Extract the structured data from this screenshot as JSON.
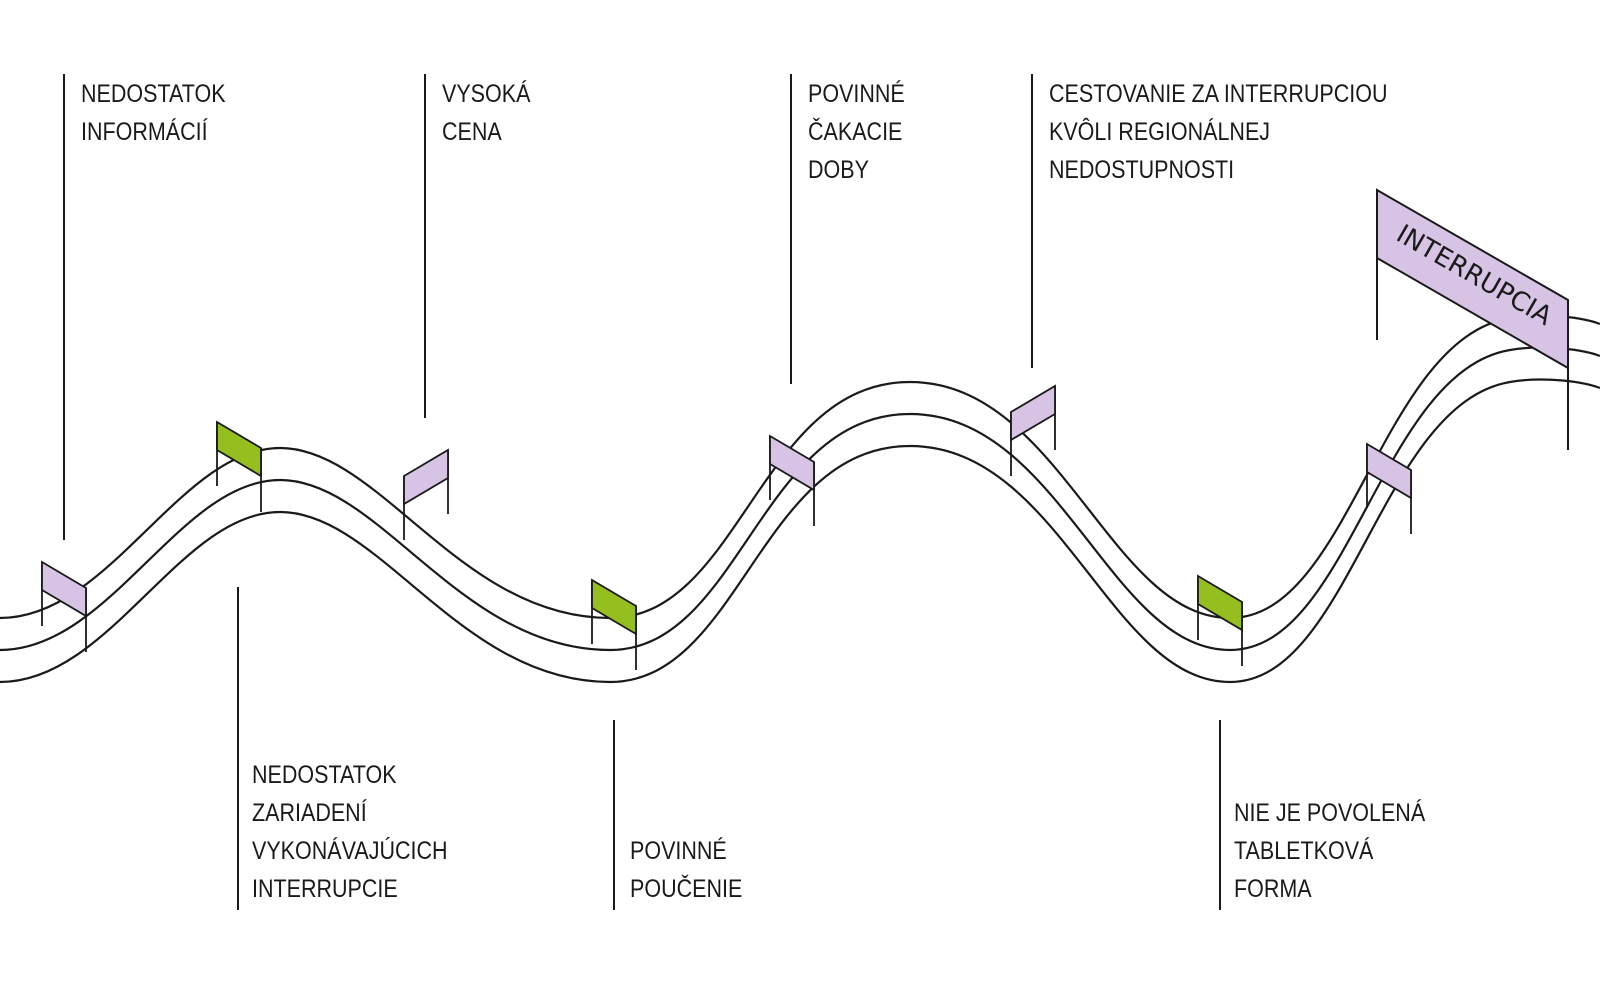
{
  "colors": {
    "line": "#1a1a1a",
    "flag_purple": "#d7c3e3",
    "flag_green": "#94bf1f",
    "banner_fill": "#d7c3e3",
    "text": "#1a1a1a"
  },
  "barriers_top": [
    {
      "lines": [
        "NEDOSTATOK",
        "INFORMÁCIÍ"
      ]
    },
    {
      "lines": [
        "VYSOKÁ",
        "CENA"
      ]
    },
    {
      "lines": [
        "POVINNÉ",
        "ČAKACIE",
        "DOBY"
      ]
    },
    {
      "lines": [
        "CESTOVANIE ZA INTERRUPCIOU",
        "KVÔLI REGIONÁLNEJ",
        "NEDOSTUPNOSTI"
      ]
    }
  ],
  "barriers_bottom": [
    {
      "lines": [
        "NEDOSTATOK",
        "ZARIADENÍ",
        "VYKONÁVAJÚCICH",
        "INTERRUPCIE"
      ]
    },
    {
      "lines": [
        "POVINNÉ",
        "POUČENIE"
      ]
    },
    {
      "lines": [
        "NIE JE POVOLENÁ",
        "TABLETKOVÁ",
        "FORMA"
      ]
    }
  ],
  "goal_banner": {
    "text": "INTERRUPCIA"
  }
}
